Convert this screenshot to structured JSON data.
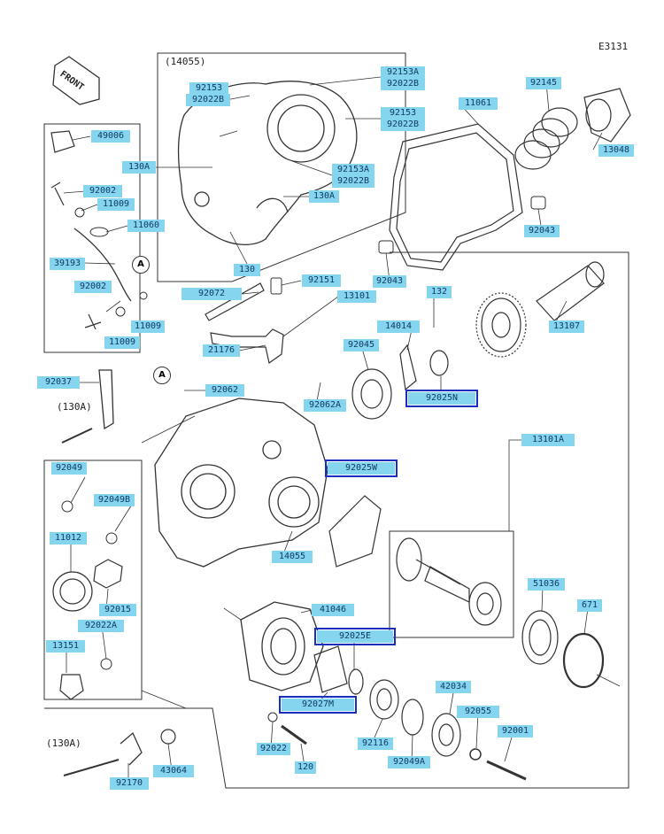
{
  "diagram": {
    "code": "E3131",
    "direction_label": "FRONT",
    "group_label": "(14055)",
    "ref_130a": "(130A)",
    "callout_letter": "A"
  },
  "parts": {
    "p92153A_top": "92153A",
    "p92022B_top": "92022B",
    "p92153_l": "92153",
    "p92022B_l": "92022B",
    "p92153_r": "92153",
    "p92022B_r": "92022B",
    "p130A_l": "130A",
    "p92153A_mid": "92153A",
    "p92022B_mid": "92022B",
    "p130A_r": "130A",
    "p130": "130",
    "p11061": "11061",
    "p92145": "92145",
    "p13048": "13048",
    "p92043_r": "92043",
    "p92043_c": "92043",
    "p49006": "49006",
    "p92002_a": "92002",
    "p11009_a": "11009",
    "p11060": "11060",
    "p39193": "39193",
    "p92002_b": "92002",
    "p11009_b": "11009",
    "p11009_c": "11009",
    "p92072": "92072",
    "p92151": "92151",
    "p13101": "13101",
    "p132": "132",
    "p13107": "13107",
    "p14014": "14014",
    "p21176": "21176",
    "p92045": "92045",
    "p92025N": "92025N",
    "p92037": "92037",
    "p92062": "92062",
    "p92062A": "92062A",
    "p13101A": "13101A",
    "p92049": "92049",
    "p92025W": "92025W",
    "p92049B": "92049B",
    "p11012": "11012",
    "p14055": "14055",
    "p92015": "92015",
    "p92022A": "92022A",
    "p51036": "51036",
    "p671": "671",
    "p41046": "41046",
    "p13151": "13151",
    "p92025E": "92025E",
    "p92027M": "92027M",
    "p42034": "42034",
    "p92055": "92055",
    "p92001": "92001",
    "p92116": "92116",
    "p92022": "92022",
    "p92049A": "92049A",
    "p120": "120",
    "p43064": "43064",
    "p92170": "92170"
  },
  "colors": {
    "label_bg": "#86d5ee",
    "label_text": "#103a66",
    "highlight_border": "#1a2fc0",
    "line": "#333333"
  }
}
